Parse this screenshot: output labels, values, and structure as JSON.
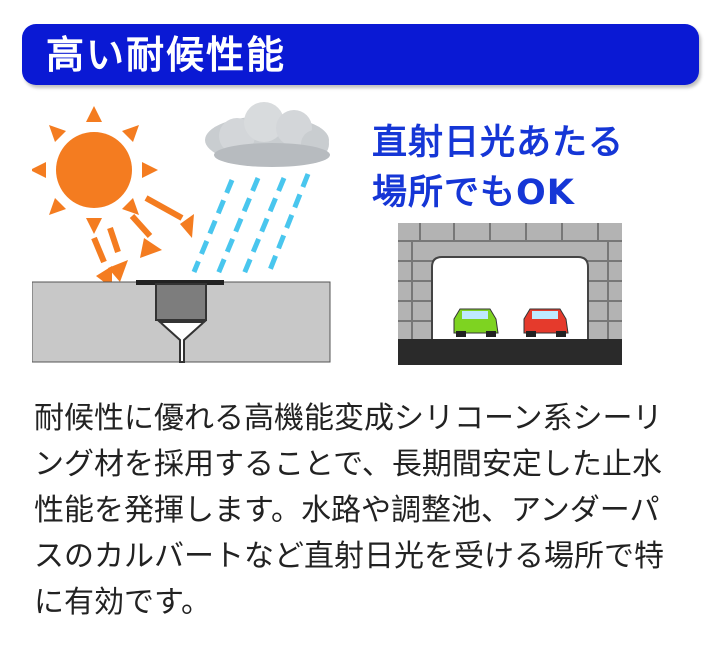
{
  "header": {
    "title": "高い耐候性能"
  },
  "headline": {
    "line1": "直射日光あたる",
    "line2": "場所でもOK"
  },
  "description": {
    "lines": [
      "耐候性に優れる高機能変成シリコーン系シーリ",
      "ング材を採用することで、長期間安定した止水",
      "性能を発揮します。水路や調整池、アンダーパ",
      "スのカルバートなど直射日光を受ける場所で特",
      "に有効です。"
    ]
  },
  "colors": {
    "accent": "#0a19d4",
    "headline": "#1536d6",
    "sun": "#f47c20",
    "rain": "#49c6ee",
    "concrete": "#c8c8c8"
  },
  "icons": [
    "sun-icon",
    "cloud-icon",
    "rain-icon",
    "sealant-joint-icon",
    "tunnel-icon",
    "car-icon"
  ]
}
